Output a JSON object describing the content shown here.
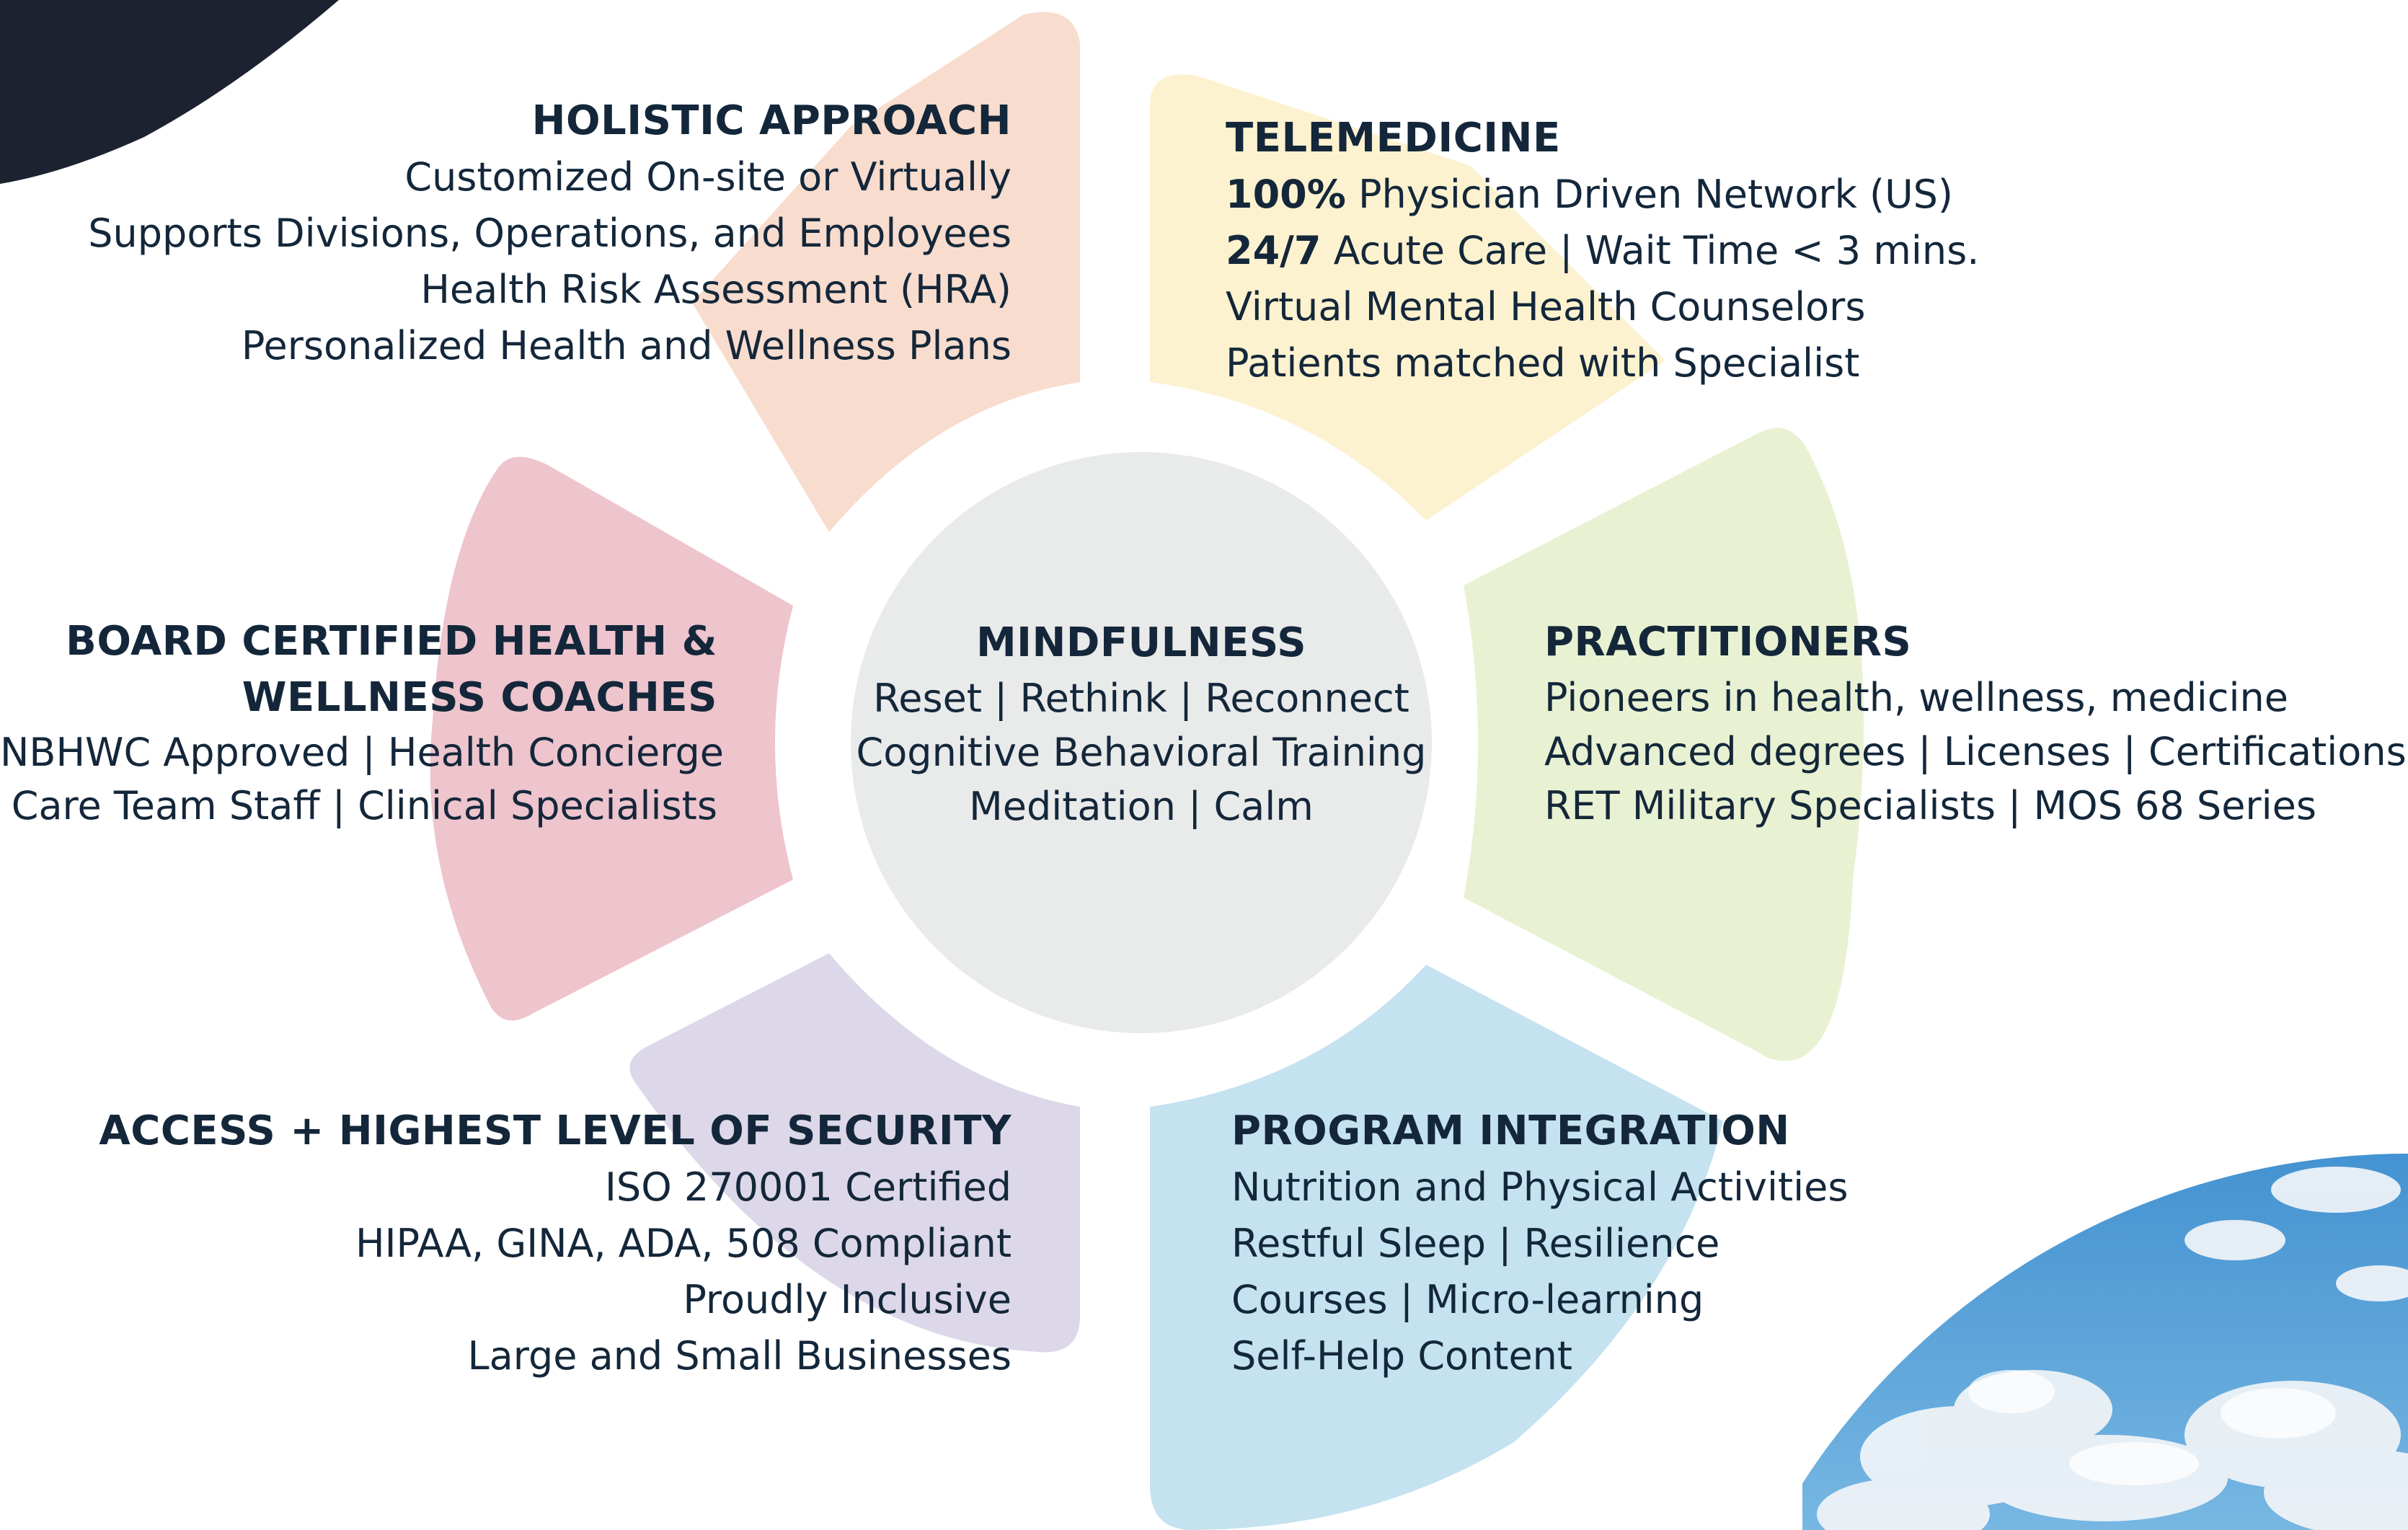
{
  "colors": {
    "text": "#14273a",
    "holistic": "#f8dccd",
    "telemedicine": "#fdf2cf",
    "practitioners": "#e8f2d2",
    "program": "#c4e2ef",
    "access": "#ddd8e9",
    "board": "#eec4cd",
    "center": "#e9eaea",
    "corner_dark": "#1c2230",
    "sky": "#5a9fd0"
  },
  "center": {
    "title": "MINDFULNESS",
    "lines": [
      "Reset | Rethink | Reconnect",
      "Cognitive Behavioral Training",
      "Meditation | Calm"
    ]
  },
  "holistic": {
    "title": "HOLISTIC APPROACH",
    "lines": [
      "Customized On-site or Virtually",
      "Supports Divisions, Operations, and Employees",
      "Health Risk Assessment (HRA)",
      "Personalized Health and Wellness Plans"
    ]
  },
  "telemedicine": {
    "title": "TELEMEDICINE",
    "line1_bold": "100%",
    "line1_rest": " Physician Driven Network (US)",
    "line2_bold": "24/7",
    "line2_rest": " Acute Care | Wait Time < 3 mins.",
    "line3": "Virtual Mental Health Counselors",
    "line4": "Patients matched with Specialist"
  },
  "practitioners": {
    "title": "PRACTITIONERS",
    "lines": [
      "Pioneers in health, wellness, medicine",
      "Advanced degrees | Licenses | Certifications",
      "RET Military Specialists | MOS 68 Series"
    ]
  },
  "board": {
    "title_line1": "BOARD CERTIFIED HEALTH &",
    "title_line2": "WELLNESS COACHES",
    "lines": [
      "NBHWC Approved | Health Concierge",
      "Care Team Staff | Clinical Specialists"
    ]
  },
  "access": {
    "title": "ACCESS + HIGHEST LEVEL OF SECURITY",
    "lines": [
      "ISO 270001 Certified",
      "HIPAA, GINA, ADA, 508 Compliant",
      "Proudly Inclusive",
      "Large and Small Businesses"
    ]
  },
  "program": {
    "title": "PROGRAM INTEGRATION",
    "lines": [
      "Nutrition and Physical Activities",
      "Restful Sleep | Resilience",
      "Courses | Micro-learning",
      "Self-Help Content"
    ]
  }
}
